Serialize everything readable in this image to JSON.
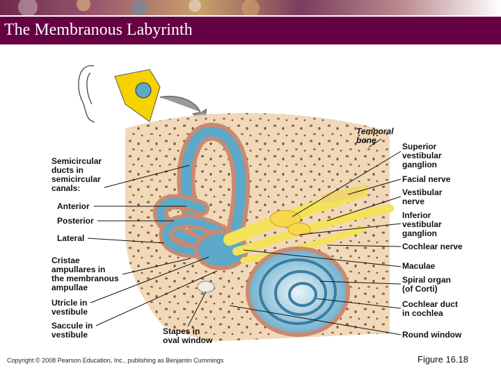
{
  "slide": {
    "title": "The Membranous Labyrinth",
    "copyright": "Copyright © 2008 Pearson Education, Inc., publishing as Benjamin Cummings",
    "figure_number": "Figure 16.18"
  },
  "labels": {
    "temporal_bone": "Temporal\nbone",
    "semicircular_ducts": "Semicircular\nducts in\nsemicircular\ncanals:",
    "anterior": "Anterior",
    "posterior": "Posterior",
    "lateral": "Lateral",
    "cristae": "Cristae\nampullares in\nthe membranous\nampullae",
    "utricle": "Utricle in\nvestibule",
    "saccule": "Saccule in\nvestibule",
    "stapes": "Stapes in\noval window",
    "superior_ganglion": "Superior\nvestibular\nganglion",
    "facial_nerve": "Facial nerve",
    "vestibular_nerve": "Vestibular\nnerve",
    "inferior_ganglion": "Inferior\nvestibular\nganglion",
    "cochlear_nerve": "Cochlear nerve",
    "maculae": "Maculae",
    "spiral_organ": "Spiral organ\n(of Corti)",
    "cochlear_duct": "Cochlear duct\nin cochlea",
    "round_window": "Round window"
  },
  "colors": {
    "title_bar": "#650042",
    "bone": "#efd6b4",
    "canal": "#5ca9c9",
    "membrane": "#c98a72",
    "nerve": "#f3e25a"
  }
}
